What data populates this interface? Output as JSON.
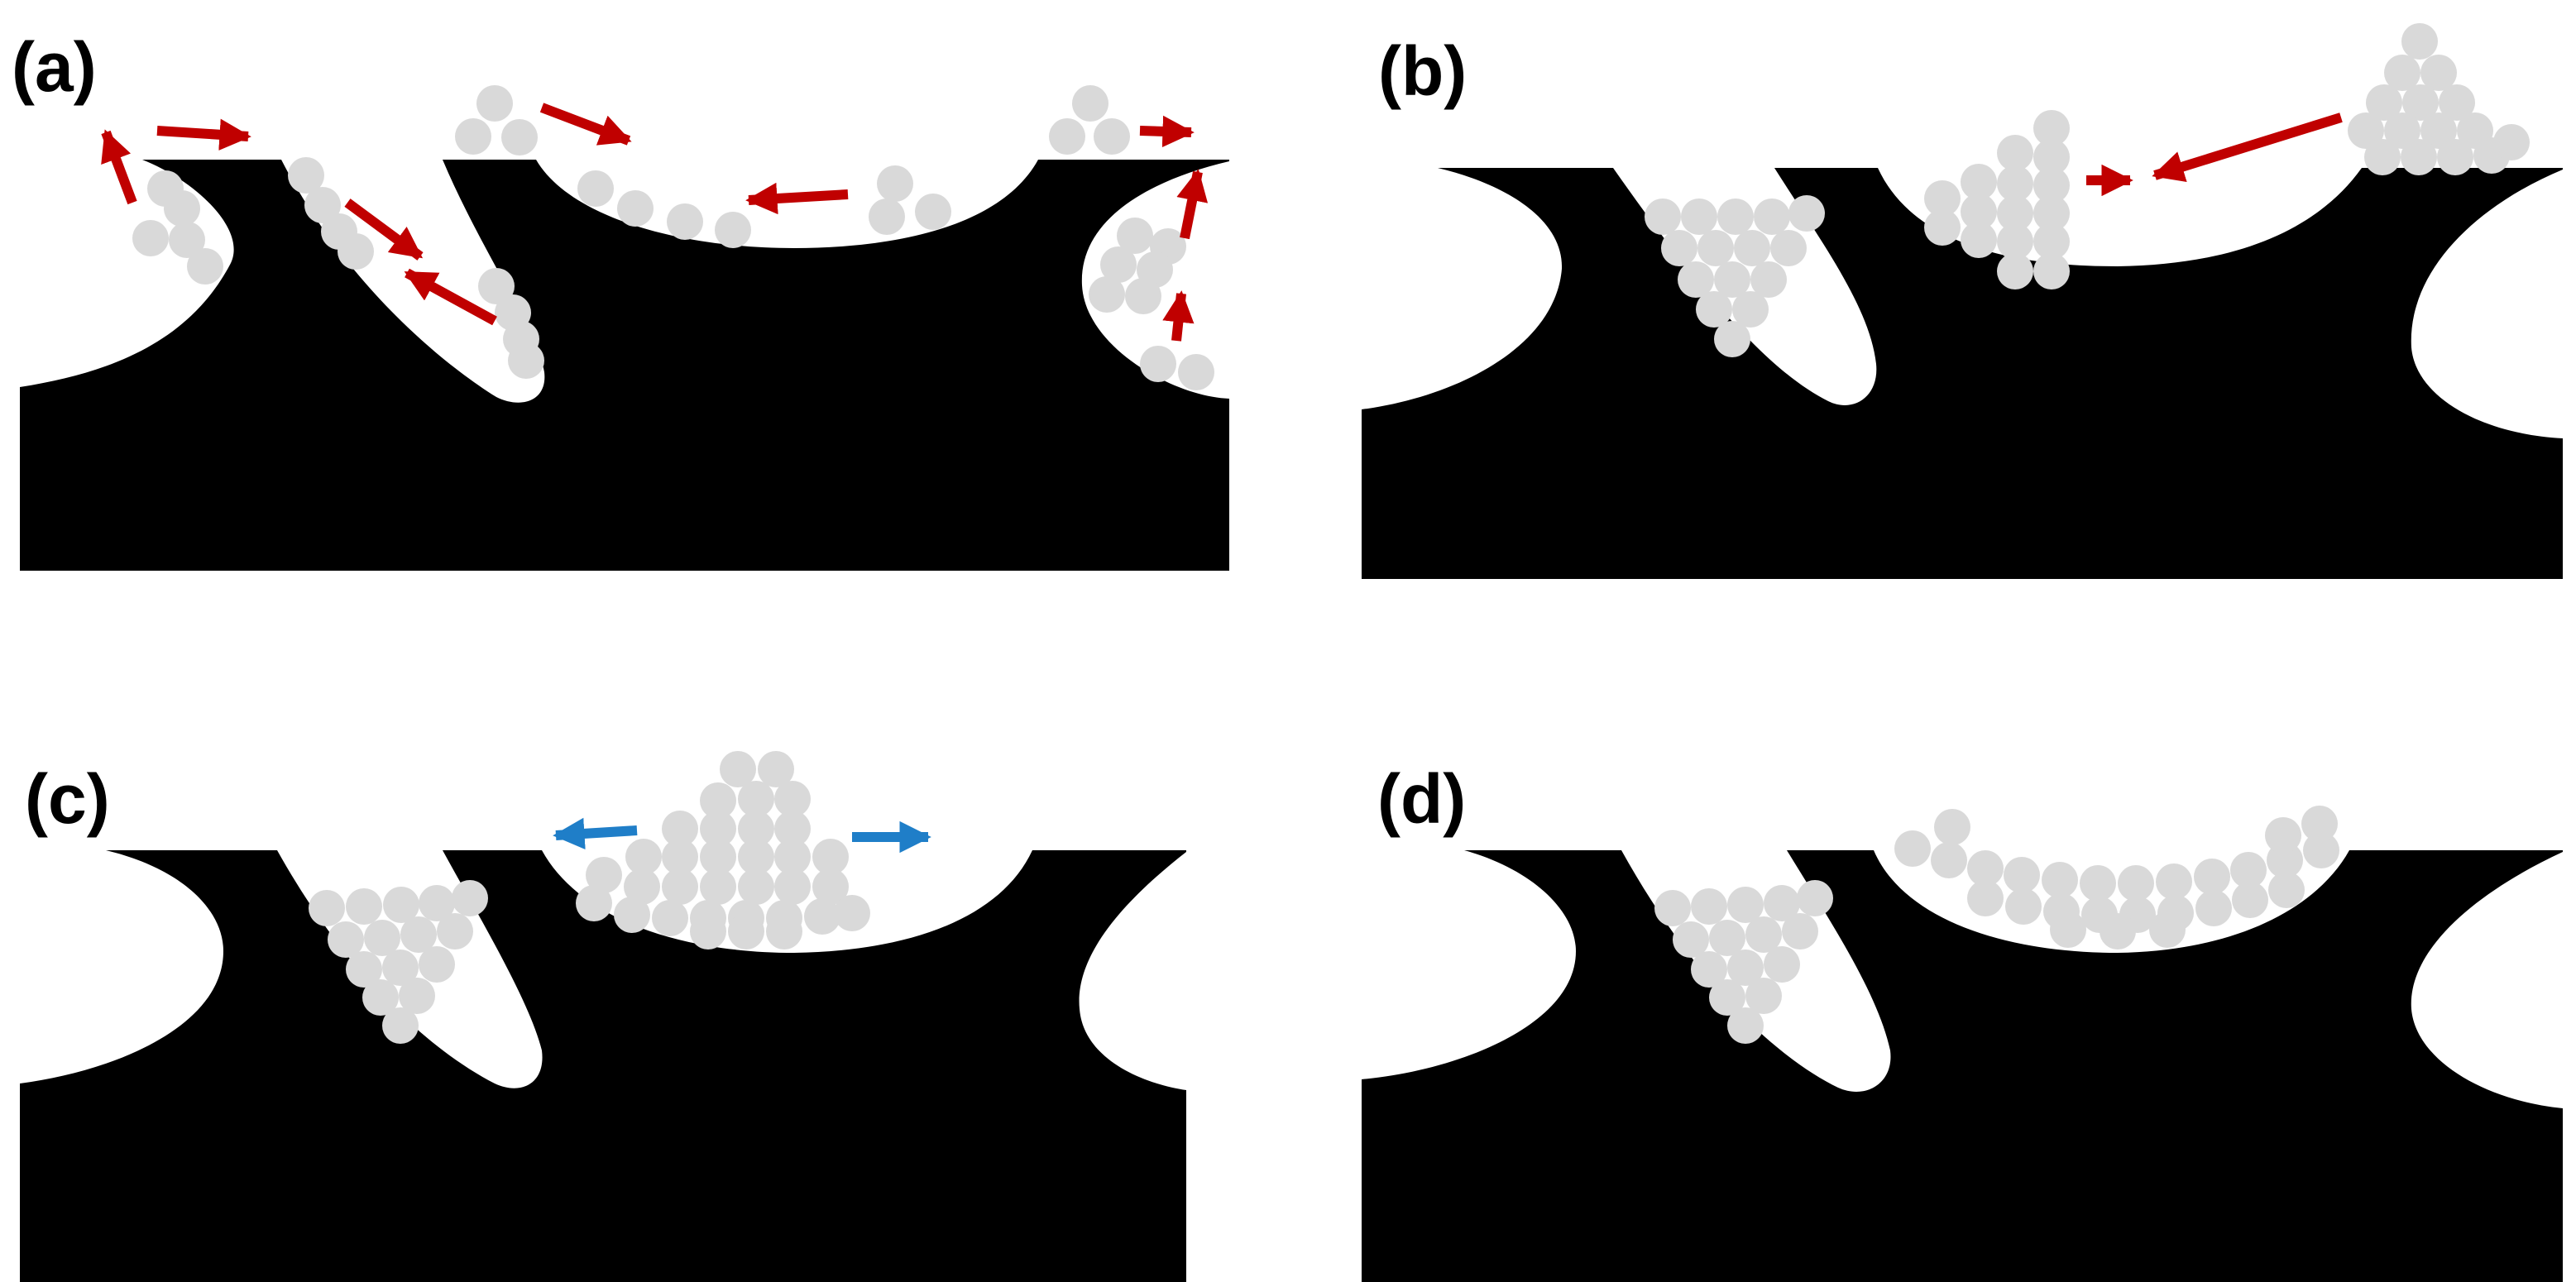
{
  "colors": {
    "substrate": "#000000",
    "background": "#ffffff",
    "particle": "#d9d9d9",
    "arrow_red": "#c00000",
    "arrow_blue": "#1f7ec8"
  },
  "panels": [
    {
      "id": "a",
      "label": "(a)"
    },
    {
      "id": "b",
      "label": "(b)"
    },
    {
      "id": "c",
      "label": "(c)"
    },
    {
      "id": "d",
      "label": "(d)"
    }
  ]
}
